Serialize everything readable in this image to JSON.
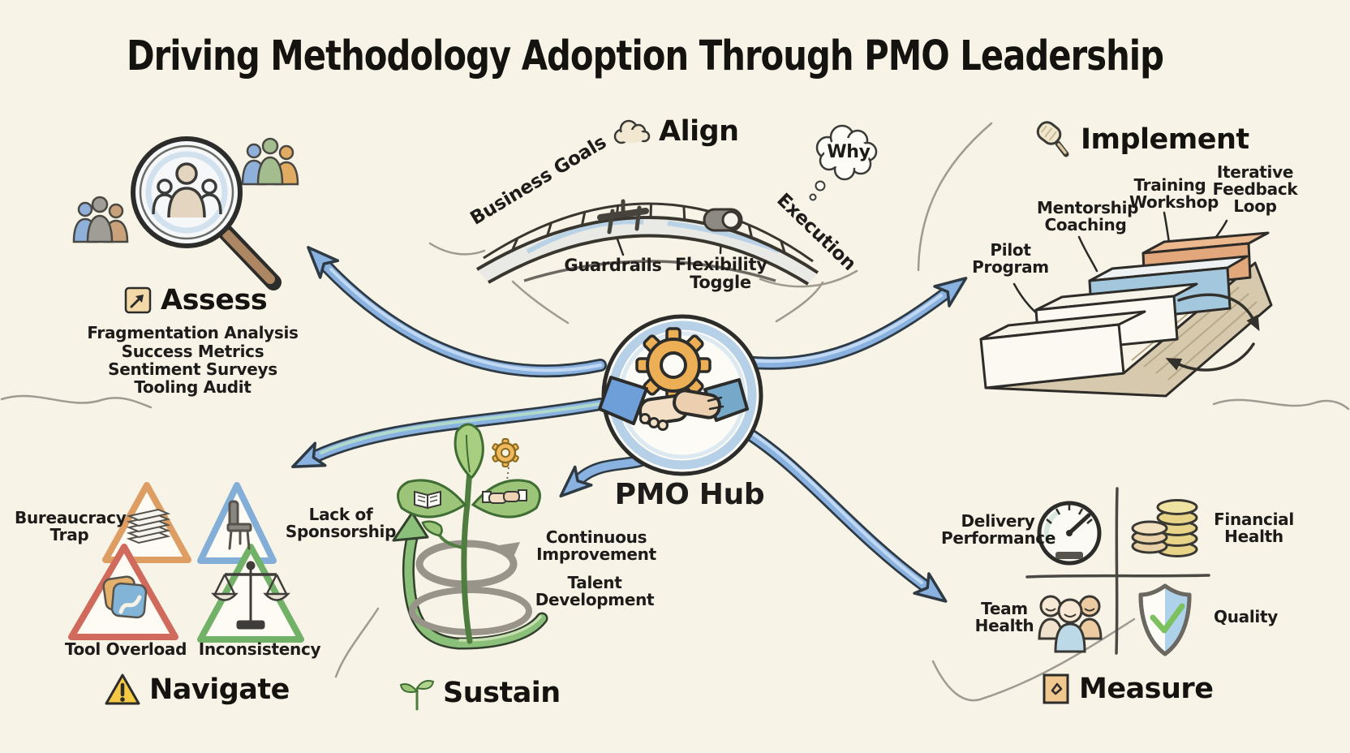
{
  "title": "Driving Methodology Adoption Through PMO Leadership",
  "hub": {
    "label": "PMO Hub"
  },
  "assess": {
    "heading": "Assess",
    "items": [
      "Fragmentation Analysis",
      "Success Metrics",
      "Sentiment Surveys",
      "Tooling Audit"
    ]
  },
  "align": {
    "heading": "Align",
    "left_label": "Business Goals",
    "right_label": "Execution",
    "thought_bubble": "Why",
    "callouts": [
      "Guardrails",
      "Flexibility Toggle"
    ]
  },
  "implement": {
    "heading": "Implement",
    "steps": [
      "Pilot Program",
      "Mentorship Coaching",
      "Training Workshop",
      "Iterative Feedback Loop"
    ]
  },
  "navigate": {
    "heading": "Navigate",
    "risks": [
      "Bureaucracy Trap",
      "Lack of Sponsorship",
      "Tool Overload",
      "Inconsistency"
    ]
  },
  "sustain": {
    "heading": "Sustain",
    "items": [
      "Continuous Improvement",
      "Talent Development"
    ]
  },
  "measure": {
    "heading": "Measure",
    "metrics": [
      "Delivery Performance",
      "Financial Health",
      "Team Health",
      "Quality"
    ]
  },
  "colors": {
    "background": "#f7f3e6",
    "ink": "#1d1c1a",
    "arrow_blue": "#8ab2e0",
    "gear_orange": "#ecaf55",
    "plant_green": "#8bc07a",
    "warning_yellow": "#f6c945",
    "triangle_orange": "#de9e63",
    "triangle_blue": "#82aed8",
    "triangle_red": "#cf6a5c",
    "triangle_green": "#72b168",
    "step_blue": "#a3c8de",
    "step_orange": "#e2a87c",
    "shield_blue": "#aed2ea",
    "coin_gold": "#e7d488"
  }
}
